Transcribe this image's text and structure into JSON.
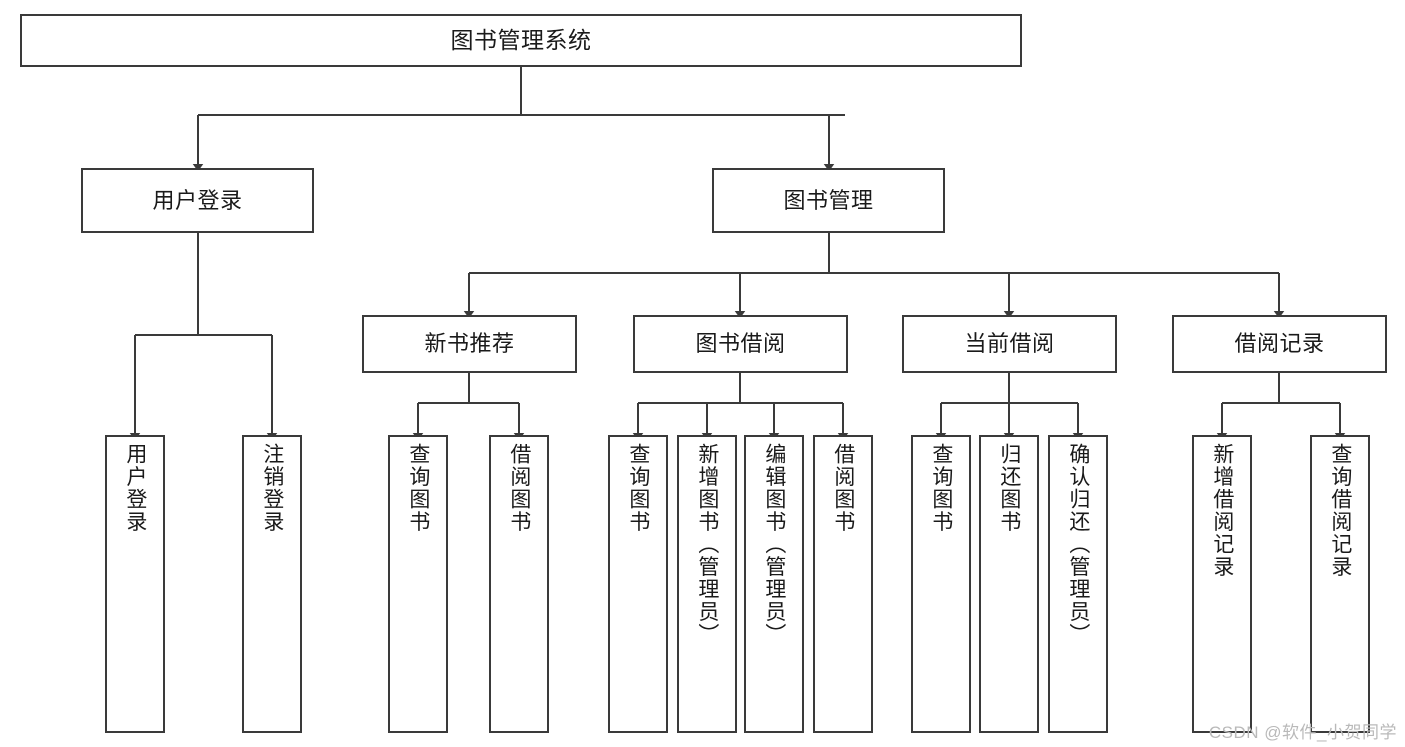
{
  "diagram": {
    "title": "图书管理系统",
    "type": "tree",
    "colors": {
      "box_border": "#3a3a3a",
      "box_fill": "#ffffff",
      "edge": "#3a3a3a",
      "text": "#1a1a1a",
      "watermark": "#b9b9b9"
    },
    "nodes": {
      "root": {
        "label": "图书管理系统"
      },
      "level2": [
        {
          "id": "user-login",
          "label": "用户登录"
        },
        {
          "id": "book-manage",
          "label": "图书管理"
        }
      ],
      "level3": [
        {
          "id": "new-book-recommend",
          "label": "新书推荐"
        },
        {
          "id": "book-borrow",
          "label": "图书借阅"
        },
        {
          "id": "current-borrow",
          "label": "当前借阅"
        },
        {
          "id": "borrow-record",
          "label": "借阅记录"
        }
      ],
      "leaves": {
        "user_login": [
          {
            "id": "leaf-user-login",
            "label": "用户登录"
          },
          {
            "id": "leaf-logout-login",
            "label": "注销登录"
          }
        ],
        "new_book_recommend": [
          {
            "id": "leaf-query-book-1",
            "label": "查询图书"
          },
          {
            "id": "leaf-borrow-book-1",
            "label": "借阅图书"
          }
        ],
        "book_borrow": [
          {
            "id": "leaf-query-book-2",
            "label": "查询图书"
          },
          {
            "id": "leaf-add-book",
            "label": "新增图书（管理员）"
          },
          {
            "id": "leaf-edit-book",
            "label": "编辑图书（管理员）"
          },
          {
            "id": "leaf-borrow-book-2",
            "label": "借阅图书"
          }
        ],
        "current_borrow": [
          {
            "id": "leaf-query-book-3",
            "label": "查询图书"
          },
          {
            "id": "leaf-return-book",
            "label": "归还图书"
          },
          {
            "id": "leaf-confirm-return",
            "label": "确认归还（管理员）"
          }
        ],
        "borrow_record": [
          {
            "id": "leaf-add-record",
            "label": "新增借阅记录"
          },
          {
            "id": "leaf-query-record",
            "label": "查询借阅记录"
          }
        ]
      }
    },
    "watermark": "CSDN @软件_小贺同学"
  }
}
